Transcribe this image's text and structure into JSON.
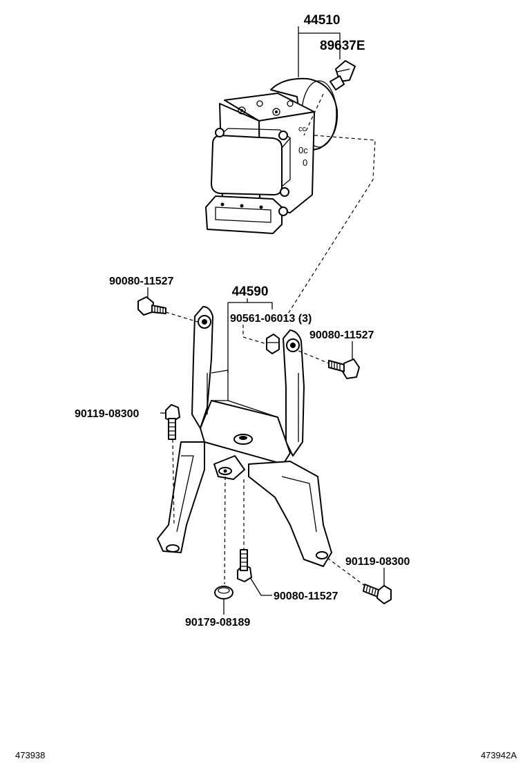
{
  "labels": {
    "actuator": "44510",
    "sensor": "89637E",
    "bracket": "44590",
    "bolt_upper_left": "90080-11527",
    "grommet": "90561-06013 (3)",
    "bolt_upper_right": "90080-11527",
    "bolt_left": "90119-08300",
    "bolt_right": "90119-08300",
    "bolt_bottom": "90080-11527",
    "washer_bottom": "90179-08189"
  },
  "footer": {
    "left_id": "473938",
    "right_id": "473942A"
  }
}
